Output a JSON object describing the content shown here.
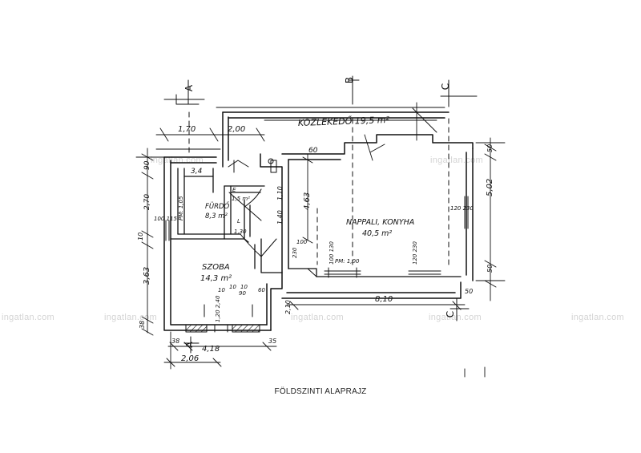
{
  "caption": "FÖLDSZINTI ALAPRAJZ",
  "watermark": "ingatlan.com",
  "axes": {
    "a": "A",
    "b": "B",
    "c": "C"
  },
  "rooms": {
    "porch": "KÖZLEKEDŐ 19,5 m²",
    "living": {
      "name": "NAPPALI, KONYHA",
      "area": "40,5 m²"
    },
    "bedroom": {
      "name": "SZOBA",
      "area": "14,3 m²"
    },
    "bath": {
      "name": "FÜRDŐ",
      "area": "8,3 m²"
    },
    "small_e": {
      "name": "E",
      "area": "1,5 m²"
    },
    "small_l": {
      "name": "L",
      "area": "1,30"
    },
    "storage": "3,4"
  },
  "dims": {
    "top_170": "1,70",
    "top_200": "2,00",
    "top_60": "60",
    "left_90": "90",
    "left_270": "2,70",
    "left_10": "10",
    "left_363": "3,63",
    "left_38": "38",
    "right_50a": "50",
    "right_502": "5,02",
    "right_50b": "50",
    "bottom_38": "38",
    "bottom_418": "4,18",
    "bottom_35": "35",
    "bottom_206": "2,06",
    "bottom_50": "50",
    "middle_463": "4,63",
    "middle_810": "8,10",
    "middle_210": "2,10",
    "middle_110": "1,10",
    "middle_140": "1,40",
    "middle_100": "100",
    "middle_230": "230",
    "sizes": {
      "door_100_130": "100 130",
      "door_120_230": "120 230",
      "win_120_230": "120 230",
      "left_win_100_115": "100 115",
      "bed_120_240": "1,20 2,40",
      "bath_10": "10",
      "pm_100": "PM: 1,00",
      "pm_105": "PM: 1,05",
      "bed_90": "90",
      "bed_10a": "10",
      "bed_10b": "10",
      "bed_60": "60"
    }
  }
}
